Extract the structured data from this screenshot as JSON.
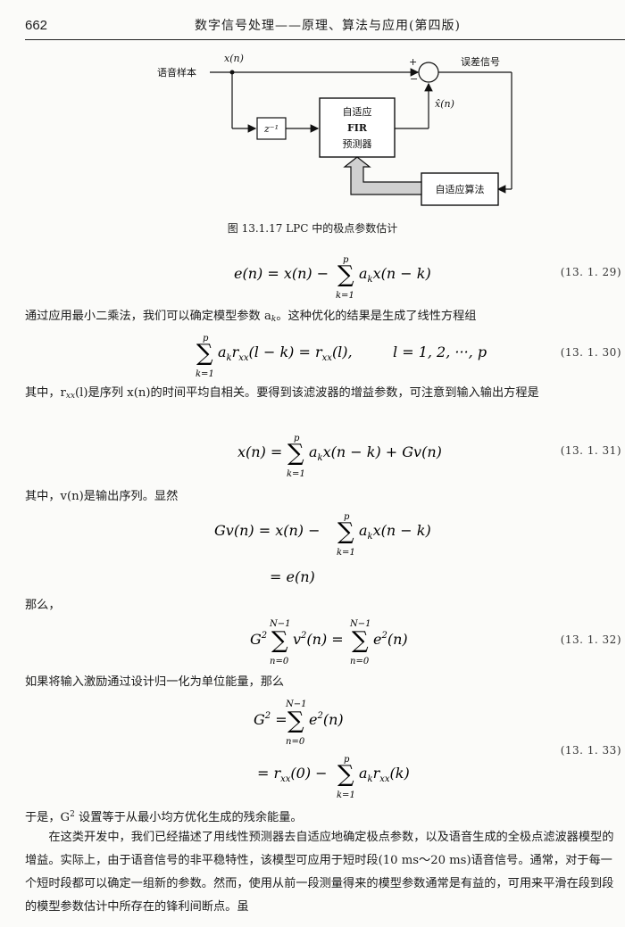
{
  "header": {
    "page_number": "662",
    "running_title": "数字信号处理——原理、算法与应用(第四版)"
  },
  "figure": {
    "input_label": "语音样本",
    "signal_label": "x(n)",
    "plus": "+",
    "minus": "−",
    "error_label": "误差信号",
    "estimate_label": "x̂(n)",
    "delay_label": "z⁻¹",
    "fir_line1": "自适应",
    "fir_line2": "FIR",
    "fir_line3": "预测器",
    "algo_label": "自适应算法",
    "caption": "图 13.1.17   LPC 中的极点参数估计"
  },
  "equations": {
    "eq29": "(13. 1. 29)",
    "eq30": "(13. 1. 30)",
    "eq31": "(13. 1. 31)",
    "eq32": "(13. 1. 32)",
    "eq33": "(13. 1. 33)"
  },
  "text": {
    "p1": "通过应用最小二乘法，我们可以确定模型参数 a",
    "p1_sub": "k",
    "p1_end": "。这种优化的结果是生成了线性方程组",
    "p2a": "其中，r",
    "p2_sub": "xx",
    "p2b": "(l)是序列 x(n)的时间平均自相关。要得到该滤波器的增益参数，可注意到输入输出方程是",
    "p3": "其中，v(n)是输出序列。显然",
    "p4": "那么，",
    "p5": "如果将输入激励通过设计归一化为单位能量，那么",
    "p6a": "于是，G",
    "p6_sup": "2",
    "p6b": " 设置等于从最小均方优化生成的残余能量。",
    "p7": "在这类开发中，我们已经描述了用线性预测器去自适应地确定极点参数，以及语音生成的全极点滤波器模型的增益。实际上，由于语音信号的非平稳特性，该模型可应用于短时段(10 ms～20 ms)语音信号。通常，对于每一个短时段都可以确定一组新的参数。然而，使用从前一段测量得来的模型参数通常是有益的，可用来平滑在段到段的模型参数估计中所存在的锋利间断点。虽"
  }
}
